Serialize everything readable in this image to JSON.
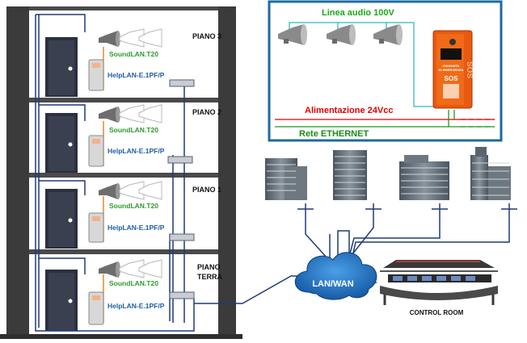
{
  "floors": [
    {
      "name": "PIANO 3",
      "speaker": "SoundLAN.T20",
      "intercom": "HelpLAN-E.1PF/P"
    },
    {
      "name": "PIANO 2",
      "speaker": "SoundLAN.T20",
      "intercom": "HelpLAN-E.1PF/P"
    },
    {
      "name": "PIANO 1",
      "speaker": "SoundLAN.T20",
      "intercom": "HelpLAN-E.1PF/P"
    },
    {
      "name_line1": "PIANO",
      "name_line2": "TERRA",
      "speaker": "SoundLAN.T20",
      "intercom": "HelpLAN-E.1PF/P"
    }
  ],
  "detail": {
    "audio_line": "Linea audio 100V",
    "power": "Alimentazione 24Vcc",
    "network": "Rete ETHERNET",
    "sos_panel": {
      "line1": "CHIAMATA",
      "line2": "DI EMERGENZA",
      "sos": "SOS",
      "side": "SOS"
    }
  },
  "network": {
    "label": "LAN/WAN"
  },
  "control_room": {
    "label": "CONTROL ROOM"
  },
  "colors": {
    "speaker_label": "#2e9a2e",
    "intercom_label": "#1f5fa8",
    "power_label": "#e00000",
    "network_label": "#1a8a1a",
    "audio_label": "#1aaa1a",
    "cable_blue": "#1e3a78",
    "cable_orange": "#e08020",
    "cloud": "#1e6bb8",
    "detail_border": "#1e6aa0"
  }
}
